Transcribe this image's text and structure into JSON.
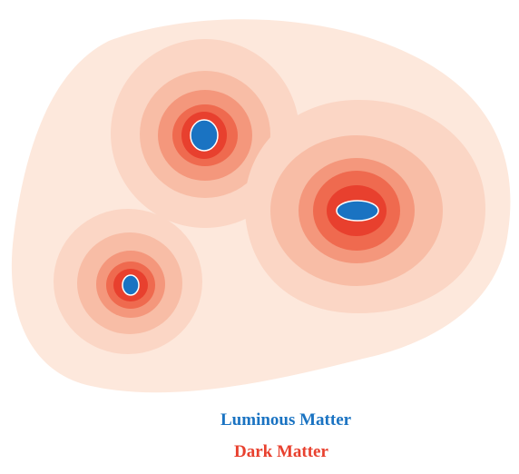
{
  "legend": {
    "luminous_label": "Luminous Matter",
    "dark_label": "Dark Matter"
  },
  "colors": {
    "luminous": "#1a73c2",
    "dark_matter": "#e8402e",
    "halo_outer": "#fde8dc",
    "halo_ring_1": "#fbd6c5",
    "halo_ring_2": "#f8bda6",
    "halo_ring_3": "#f4977c",
    "halo_ring_4": "#ef6a4f",
    "halo_core": "#e8402e"
  },
  "galaxies": [
    {
      "name": "upper-galaxy",
      "core_shape": "circle"
    },
    {
      "name": "right-galaxy",
      "core_shape": "ellipse"
    },
    {
      "name": "lower-left-galaxy",
      "core_shape": "small-oval"
    }
  ]
}
